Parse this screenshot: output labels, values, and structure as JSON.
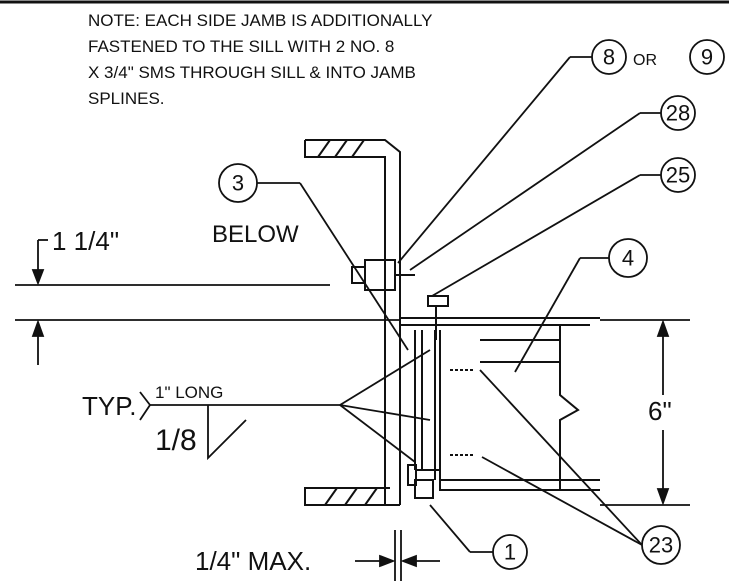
{
  "note": {
    "lines": [
      "NOTE: EACH SIDE JAMB IS ADDITIONALLY",
      "FASTENED TO THE SILL WITH 2 NO. 8",
      "X 3/4\" SMS THROUGH SILL & INTO JAMB",
      "SPLINES."
    ]
  },
  "callouts": {
    "c8": "8",
    "or": "OR",
    "c9": "9",
    "c28": "28",
    "c25": "25",
    "c3": "3",
    "below": "BELOW",
    "c4": "4",
    "c23": "23",
    "c1": "1"
  },
  "dimensions": {
    "top_offset": "1 1/4\"",
    "height": "6\"",
    "gap": "1/4\" MAX."
  },
  "weld": {
    "typ": "TYP.",
    "length": "1\" LONG",
    "size": "1/8"
  },
  "colors": {
    "ink": "#111111",
    "paper": "#ffffff"
  }
}
